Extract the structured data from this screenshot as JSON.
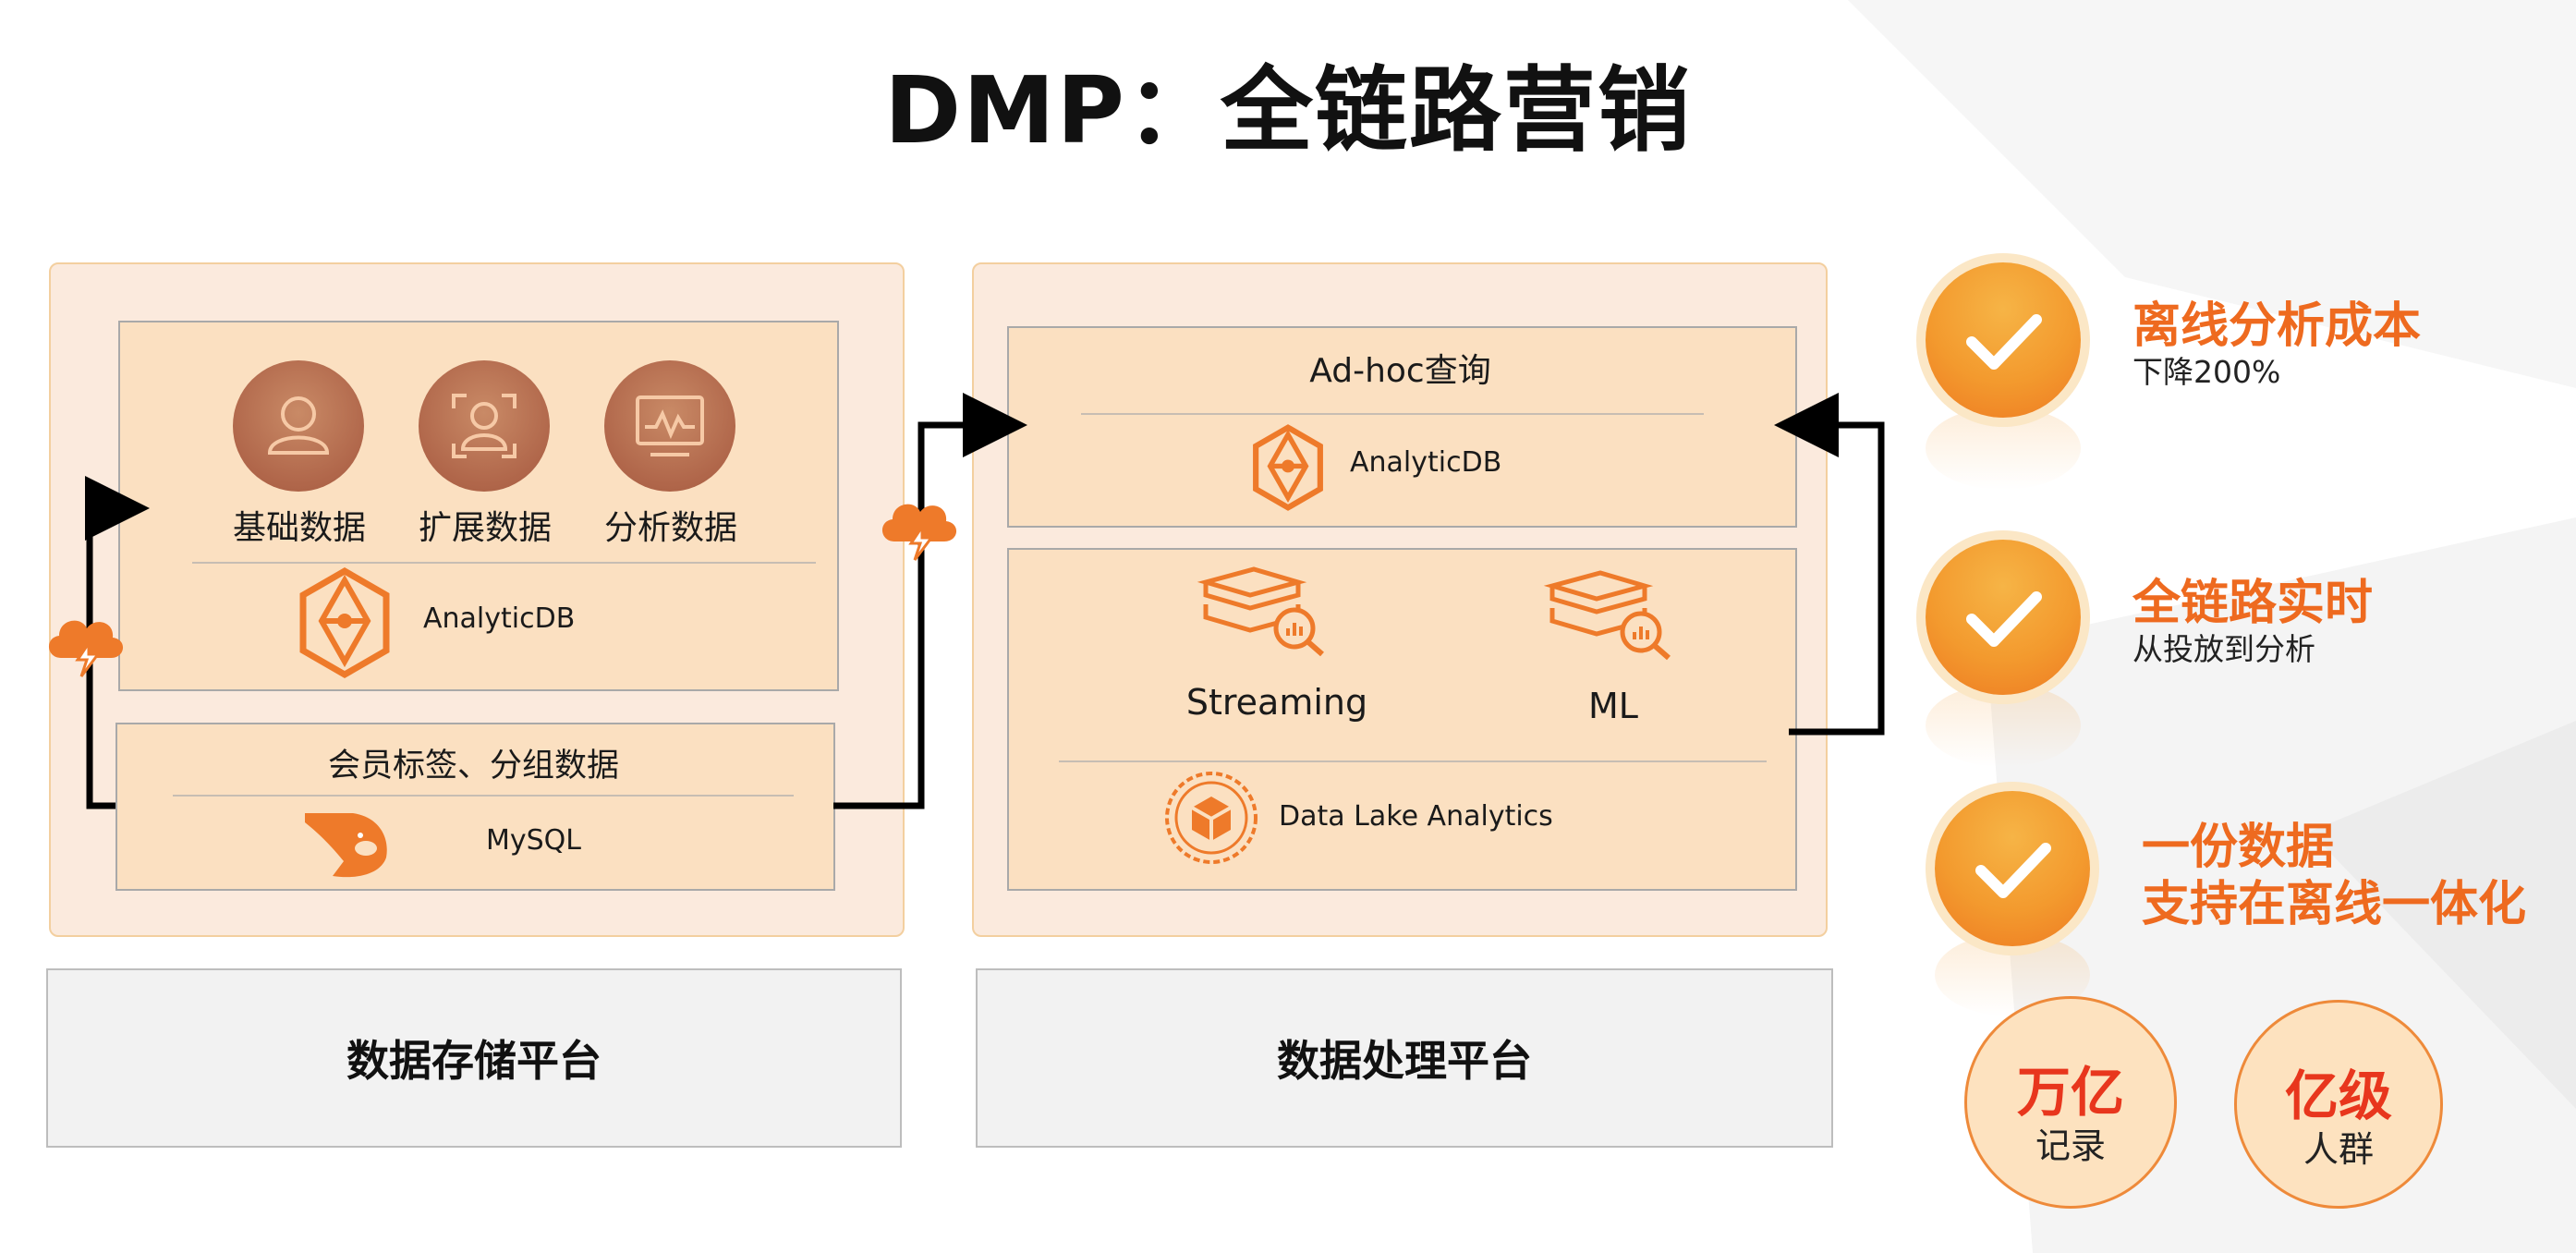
{
  "title": "DMP：全链路营销",
  "storage": {
    "icons": [
      {
        "label": "基础数据",
        "icon": "user-icon"
      },
      {
        "label": "扩展数据",
        "icon": "user-scan-icon"
      },
      {
        "label": "分析数据",
        "icon": "monitor-chart-icon"
      }
    ],
    "db_label": "AnalyticDB",
    "member_title": "会员标签、分组数据",
    "mysql_label": "MySQL",
    "platform_label": "数据存储平台"
  },
  "processing": {
    "adhoc_title": "Ad-hoc查询",
    "adhoc_db_label": "AnalyticDB",
    "streaming_label": "Streaming",
    "ml_label": "ML",
    "dla_label": "Data Lake Analytics",
    "platform_label": "数据处理平台"
  },
  "highlights": [
    {
      "title": "离线分析成本",
      "subtitle": "下降200%"
    },
    {
      "title": "全链路实时",
      "subtitle": "从投放到分析"
    },
    {
      "title_line1": "一份数据",
      "title_line2": "支持在离线一体化"
    }
  ],
  "stats": [
    {
      "big": "万亿",
      "small": "记录"
    },
    {
      "big": "亿级",
      "small": "人群"
    }
  ],
  "colors": {
    "accent": "#ee6a1f",
    "panel": "#fbeadd",
    "box": "#fbe0c1",
    "stat_red": "#e8361d"
  }
}
